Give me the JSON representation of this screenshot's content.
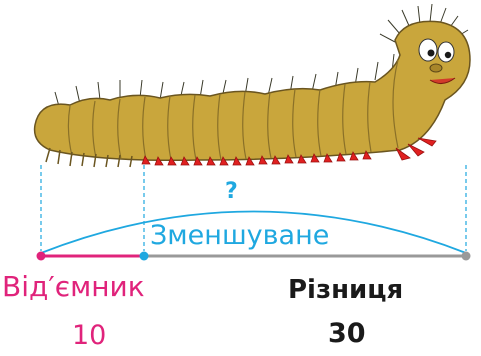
{
  "question_mark": "?",
  "minuend_label": "Зменшуване",
  "subtrahend_label": "Від′ємник",
  "difference_label": "Різниця",
  "subtrahend_value": "10",
  "difference_value": "30",
  "colors": {
    "subtrahend": "#e0237b",
    "minuend": "#1fa8e0",
    "segment_difference": "#999999",
    "caterpillar_body": "#c9a63c",
    "caterpillar_legs": "#e02020"
  },
  "icons": [
    "caterpillar-illustration"
  ]
}
